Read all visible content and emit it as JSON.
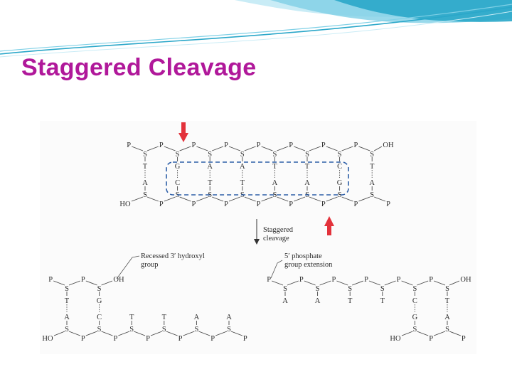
{
  "slide": {
    "title": "Staggered Cleavage",
    "accent_color": "#b0189a",
    "wave_colors": [
      "#2aa7c9",
      "#7fd0e6",
      "#c9ecf6"
    ]
  },
  "diagram": {
    "cut_arrow_color": "#e3323b",
    "highlight_box": "dashed-rounded-blue",
    "step_label_line1": "Staggered",
    "step_label_line2": "cleavage",
    "left_callout_line1": "Recessed 3′ hydroxyl",
    "left_callout_line2": "group",
    "right_callout_line1": "5′ phosphate",
    "right_callout_line2": "group extension",
    "symbols": {
      "phosphate": "P",
      "sugar": "S",
      "hydroxyl": "OH",
      "hydroxyl_left": "HO"
    },
    "top_strand_bases": [
      "T",
      "G",
      "A",
      "A",
      "T",
      "T",
      "C",
      "T"
    ],
    "bottom_strand_bases": [
      "A",
      "C",
      "T",
      "T",
      "A",
      "A",
      "G",
      "A"
    ],
    "left_fragment": {
      "top_bases": [
        "T",
        "G"
      ],
      "bottom_bases": [
        "A",
        "C",
        "T",
        "T",
        "A",
        "A"
      ]
    },
    "right_fragment": {
      "top_bases": [
        "A",
        "A",
        "T",
        "T",
        "C",
        "T"
      ],
      "bottom_bases": [
        "G",
        "A"
      ]
    }
  }
}
